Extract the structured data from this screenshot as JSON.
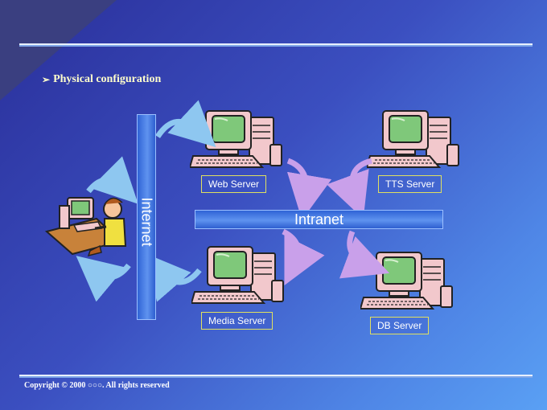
{
  "slide": {
    "heading": "Physical configuration",
    "bullet_glyph": "➢",
    "footer": "Copyright © 2000 ○○○. All rights reserved"
  },
  "network": {
    "internet_label": "Internet",
    "intranet_label": "Intranet"
  },
  "servers": [
    {
      "id": "web",
      "label": "Web Server",
      "icon": "computer-icon"
    },
    {
      "id": "tts",
      "label": "TTS Server",
      "icon": "computer-icon"
    },
    {
      "id": "media",
      "label": "Media Server",
      "icon": "computer-icon"
    },
    {
      "id": "db",
      "label": "DB Server",
      "icon": "computer-icon"
    }
  ],
  "client": {
    "icon": "user-at-computer-icon"
  },
  "colors": {
    "background_start": "#2a2f9a",
    "background_end": "#5aa0f4",
    "heading_text": "#ffffcc",
    "label_border": "#e0e060",
    "bar_fill": "#4f86e6",
    "arrow_blue": "#8ec7f0",
    "arrow_purple": "#c9a0ea"
  }
}
